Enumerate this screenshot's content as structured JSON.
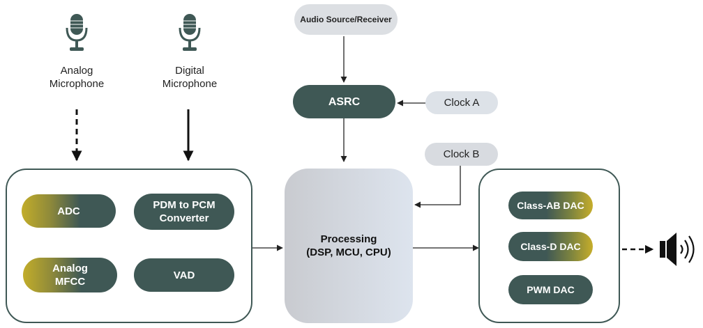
{
  "inputs": {
    "analog_mic": "Analog\nMicrophone",
    "digital_mic": "Digital\nMicrophone"
  },
  "audio_source": "Audio Source/Receiver",
  "asrc": "ASRC",
  "clock_a": "Clock A",
  "clock_b": "Clock B",
  "processing": "Processing\n(DSP, MCU, CPU)",
  "front_end": {
    "adc": "ADC",
    "pdm": "PDM to PCM\nConverter",
    "analog_mfcc": "Analog\nMFCC",
    "vad": "VAD"
  },
  "output_dacs": {
    "class_ab": "Class-AB DAC",
    "class_d": "Class-D DAC",
    "pwm": "PWM DAC"
  },
  "colors": {
    "dark_teal": "#3f5855",
    "gold": "#c2ad2a",
    "light_gray": "#dcdfe3",
    "processing_left": "#c9cbd0",
    "processing_right": "#dde4ee",
    "line": "#222222"
  },
  "icons": {
    "microphone": "microphone-icon",
    "speaker": "speaker-icon"
  }
}
